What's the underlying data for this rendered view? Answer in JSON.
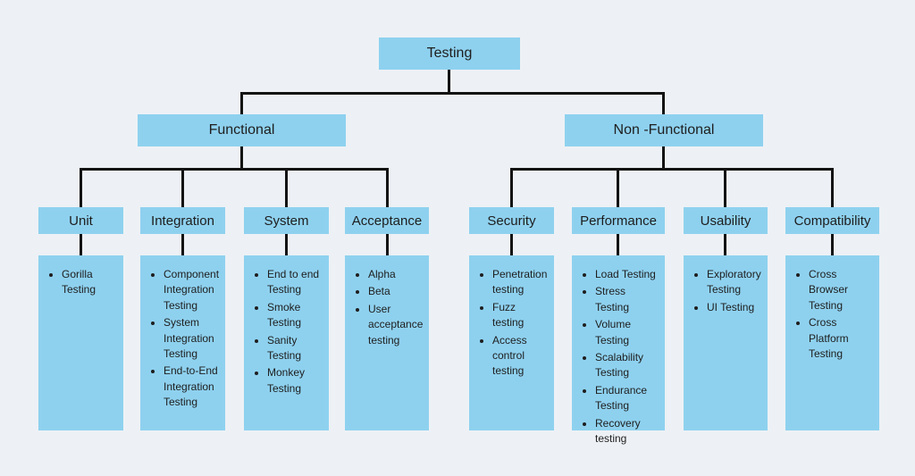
{
  "diagram": {
    "root": {
      "label": "Testing"
    },
    "branches": [
      {
        "label": "Functional",
        "children": [
          {
            "label": "Unit",
            "items": [
              "Gorilla Testing"
            ]
          },
          {
            "label": "Integration",
            "items": [
              "Component Integration Testing",
              "System Integration Testing",
              "End-to-End Integration Testing"
            ]
          },
          {
            "label": "System",
            "items": [
              "End to end Testing",
              "Smoke Testing",
              "Sanity Testing",
              "Monkey Testing"
            ]
          },
          {
            "label": "Acceptance",
            "items": [
              "Alpha",
              "Beta",
              "User acceptance testing"
            ]
          }
        ]
      },
      {
        "label": "Non -Functional",
        "children": [
          {
            "label": "Security",
            "items": [
              "Penetration testing",
              "Fuzz testing",
              "Access control testing"
            ]
          },
          {
            "label": "Performance",
            "items": [
              "Load Testing",
              "Stress Testing",
              "Volume Testing",
              "Scalability Testing",
              "Endurance Testing",
              "Recovery testing"
            ]
          },
          {
            "label": "Usability",
            "items": [
              "Exploratory Testing",
              "UI Testing"
            ]
          },
          {
            "label": "Compatibility",
            "items": [
              "Cross Browser Testing",
              "Cross Platform Testing"
            ]
          }
        ]
      }
    ]
  },
  "colors": {
    "background": "#edf1f5",
    "box_fill": "#8ed1ef",
    "connector": "#131313",
    "text": "#1e1e1e"
  }
}
